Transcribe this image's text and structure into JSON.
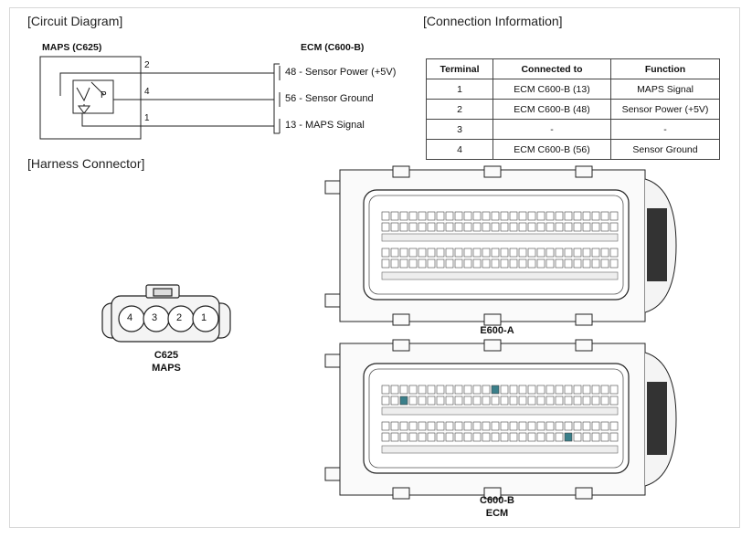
{
  "sections": {
    "circuit_title": "[Circuit Diagram]",
    "connection_title": "[Connection Information]",
    "harness_title": "[Harness Connector]"
  },
  "circuit": {
    "sensor_label": "MAPS (C625)",
    "ecm_label": "ECM (C600-B)",
    "sensor_pin_p": "P",
    "wires": [
      {
        "sensor_pin": "2",
        "ecm_text": "48 - Sensor Power (+5V)"
      },
      {
        "sensor_pin": "4",
        "ecm_text": "56 - Sensor Ground"
      },
      {
        "sensor_pin": "1",
        "ecm_text": "13 - MAPS Signal"
      }
    ]
  },
  "table": {
    "headers": [
      "Terminal",
      "Connected to",
      "Function"
    ],
    "rows": [
      [
        "1",
        "ECM C600-B (13)",
        "MAPS Signal"
      ],
      [
        "2",
        "ECM C600-B (48)",
        "Sensor Power (+5V)"
      ],
      [
        "3",
        "-",
        "-"
      ],
      [
        "4",
        "ECM C600-B (56)",
        "Sensor Ground"
      ]
    ]
  },
  "harness": {
    "c625_pins": [
      "4",
      "3",
      "2",
      "1"
    ],
    "c625_caption_1": "C625",
    "c625_caption_2": "MAPS",
    "e600a_caption": "E600-A",
    "c600b_caption_1": "C600-B",
    "c600b_caption_2": "ECM"
  },
  "colors": {
    "line": "#222222",
    "connector_fill": "#f4f4f4",
    "pin_highlight": "#3a7f8a"
  }
}
